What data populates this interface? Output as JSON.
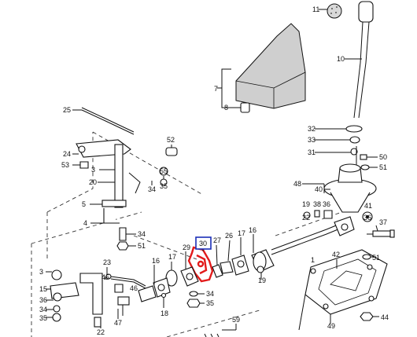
{
  "diagram": {
    "highlight_color": "#1b2fb8",
    "highlight_part_color": "#e21b1b",
    "highlighted_callout": "30",
    "callouts": {
      "c1": "1",
      "c3a": "3",
      "c3b": "3",
      "c4": "4",
      "c5": "5",
      "c7": "7",
      "c8": "8",
      "c10": "10",
      "c11": "11",
      "c15": "15",
      "c16a": "16",
      "c16b": "16",
      "c17a": "17",
      "c17b": "17",
      "c18": "18",
      "c19a": "19",
      "c19b": "19",
      "c20": "20",
      "c22": "22",
      "c23": "23",
      "c24": "24",
      "c25": "25",
      "c26": "26",
      "c27": "27",
      "c29": "29",
      "c30": "30",
      "c31": "31",
      "c32": "32",
      "c33": "33",
      "c34a": "34",
      "c34b": "34",
      "c34c": "34",
      "c34d": "34",
      "c35a": "35",
      "c35b": "35",
      "c36a": "36",
      "c36b": "36",
      "c37": "37",
      "c38": "38",
      "c40": "40",
      "c41": "41",
      "c42": "42",
      "c44": "44",
      "c45": "45",
      "c46": "46",
      "c47": "47",
      "c48": "48",
      "c49": "49",
      "c50": "50",
      "c51a": "51",
      "c51b": "51",
      "c51c": "51",
      "c52": "52",
      "c53": "53",
      "c55": "55",
      "c59": "59"
    }
  }
}
